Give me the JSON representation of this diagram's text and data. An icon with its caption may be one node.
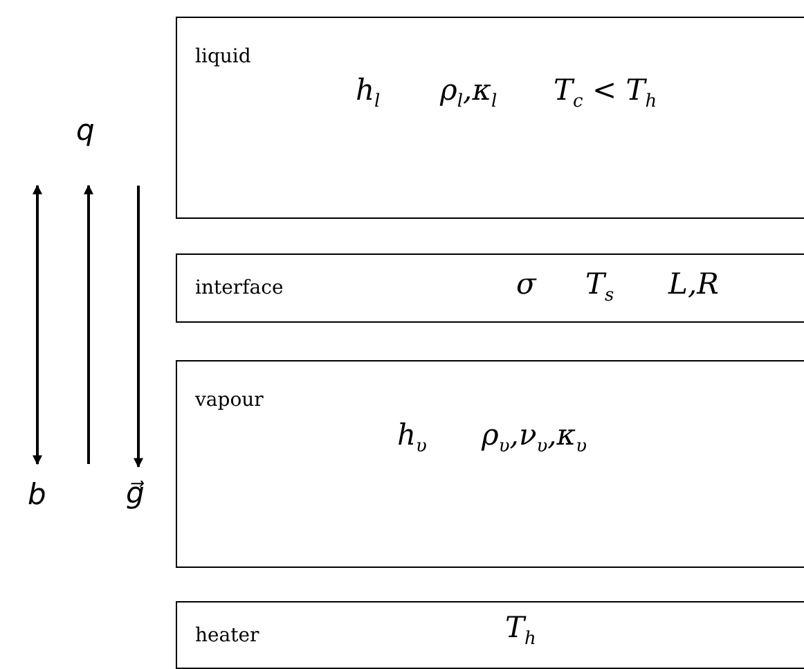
{
  "diagram": {
    "nodes": [
      {
        "text": [
          "liquid",
          "h$_{l}$",
          "ρ$_{l}$,κ$_{l}$",
          "T$_{c}$ < T$_{h}$"
        ]
      },
      {
        "text": [
          "interface",
          "σ",
          "T$_{s}$",
          "L,R"
        ]
      },
      {
        "text": [
          "vapour",
          "h$_{υ}$",
          "ρ$_{υ}$,ν$_{υ}$,κ$_{υ}$"
        ]
      },
      {
        "text": [
          "heater",
          "T$_{h}$"
        ]
      }
    ],
    "edges": [],
    "labels": [
      "q",
      "b",
      "g⃗"
    ]
  }
}
